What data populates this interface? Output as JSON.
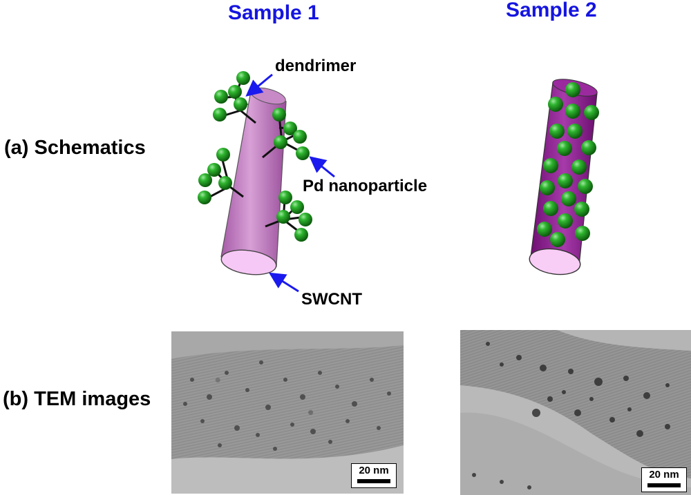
{
  "columns": {
    "sample1": "Sample 1",
    "sample2": "Sample 2"
  },
  "rows": {
    "schematics": "(a) Schematics",
    "tem": "(b) TEM images"
  },
  "callouts": {
    "dendrimer": "dendrimer",
    "pd_nanoparticle": "Pd nanoparticle",
    "swcnt": "SWCNT"
  },
  "scalebars": {
    "sample1": "20 nm",
    "sample2": "20 nm"
  },
  "colors": {
    "title_blue": "#1515e0",
    "arrow_blue": "#1a1aee",
    "tube1_purple": "#c77fc6",
    "tube1_end": "#f6c8f5",
    "tube2_purple": "#8a1a8e",
    "tube2_end": "#f8cdf6",
    "particle_green": "#1e9a1e"
  }
}
